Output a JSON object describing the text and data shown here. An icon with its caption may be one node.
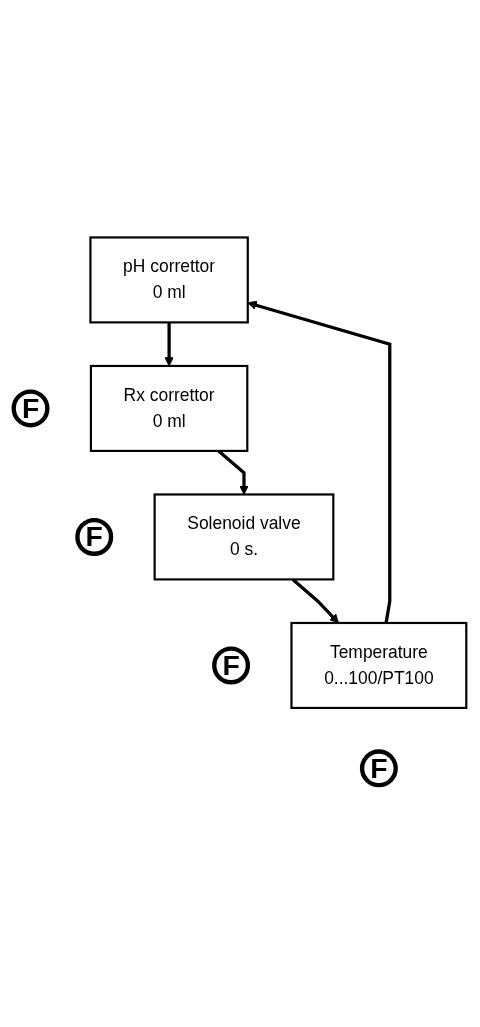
{
  "diagram": {
    "nodes": [
      {
        "text": [
          "pH correttor",
          "0 ml"
        ]
      },
      {
        "text": [
          "F"
        ]
      },
      {
        "text": [
          "Rx correttor",
          "0 ml"
        ]
      },
      {
        "text": [
          "F"
        ]
      },
      {
        "text": [
          "Solenoid valve",
          "0 s."
        ]
      },
      {
        "text": [
          "F"
        ]
      },
      {
        "text": [
          "Temperature",
          "0...100/PT100"
        ]
      },
      {
        "text": [
          "F"
        ]
      }
    ],
    "edges": [
      {
        "from": 0,
        "to": 2,
        "arrow": "to"
      },
      {
        "from": 2,
        "to": 4,
        "arrow": "to"
      },
      {
        "from": 4,
        "to": 6,
        "arrow": "to"
      },
      {
        "from": 6,
        "to": 0,
        "arrow": "to"
      }
    ]
  }
}
